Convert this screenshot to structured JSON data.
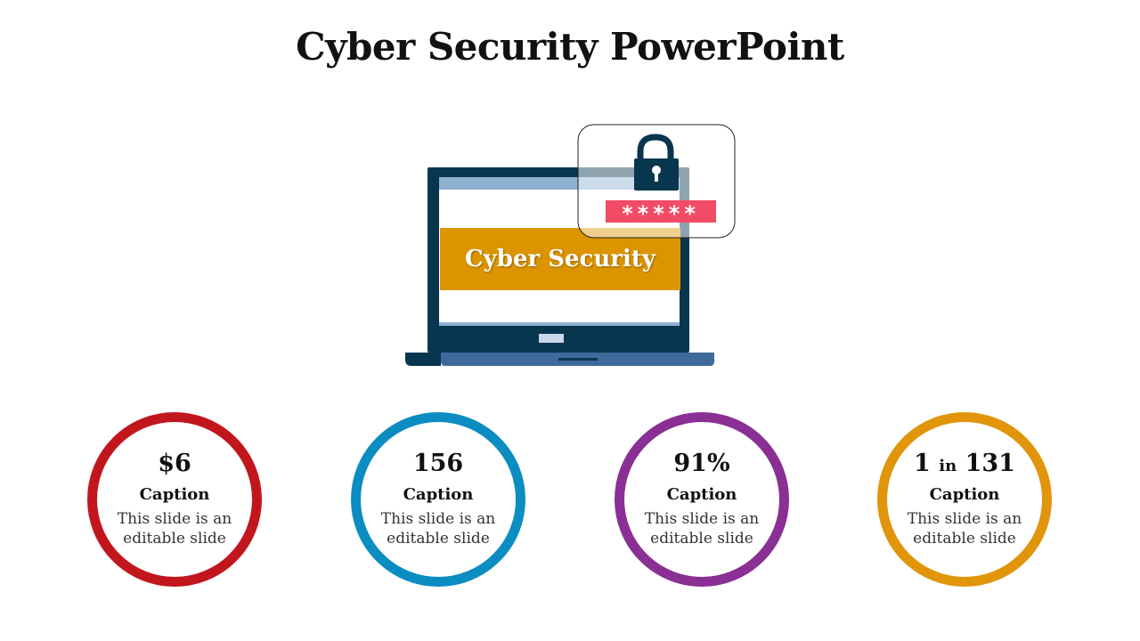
{
  "title": "Cyber Security PowerPoint",
  "illustration": {
    "banner_text": "Cyber Security",
    "password_mask": "*****",
    "icons": [
      "laptop-icon",
      "padlock-icon"
    ]
  },
  "stats": [
    {
      "value": "$6",
      "value_pre": "",
      "value_small": "",
      "value_post": "",
      "caption": "Caption",
      "text": "This slide is an editable slide",
      "color": "#c2161d"
    },
    {
      "value": "156",
      "value_pre": "",
      "value_small": "",
      "value_post": "",
      "caption": "Caption",
      "text": "This slide is an editable slide",
      "color": "#0b8dc2"
    },
    {
      "value": "91%",
      "value_pre": "",
      "value_small": "",
      "value_post": "",
      "caption": "Caption",
      "text": "This slide is an editable slide",
      "color": "#8a2f93"
    },
    {
      "value": "",
      "value_pre": "1",
      "value_small": "in",
      "value_post": "131",
      "caption": "Caption",
      "text": "This slide is an editable slide",
      "color": "#e0950b"
    }
  ],
  "colors": {
    "laptop_frame": "#08364f",
    "laptop_base": "#3d6a9a",
    "screen_top_bar": "#8eb0cf",
    "banner": "#dc9500",
    "password_bar": "#f24b66",
    "lock": "#08364f"
  }
}
